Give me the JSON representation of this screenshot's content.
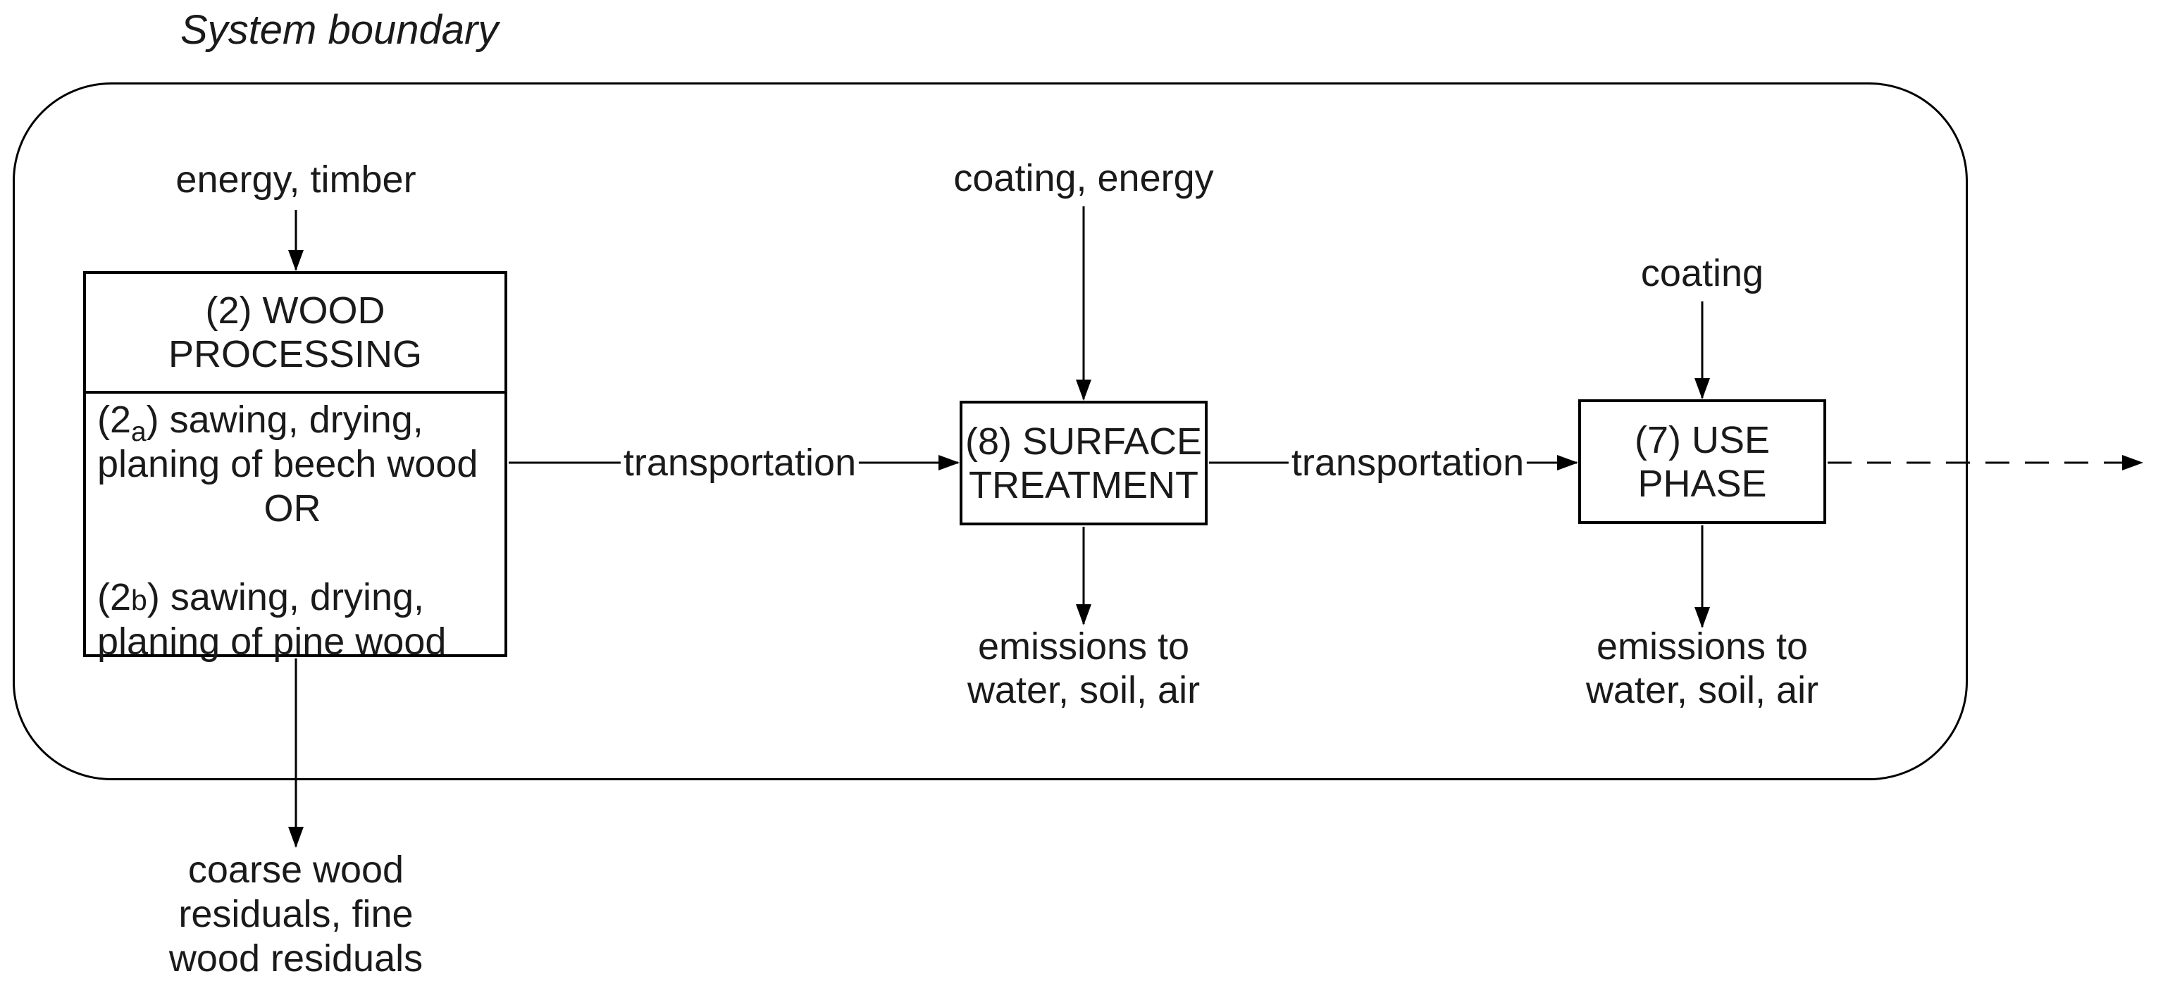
{
  "diagram": {
    "title": "System boundary",
    "colors": {
      "line": "#000000",
      "text": "#1a1a1a",
      "background": "#ffffff"
    },
    "boxes": {
      "wood_processing": {
        "title_line1": "(2) WOOD",
        "title_line2": "PROCESSING",
        "option_a_pre": "(2",
        "option_a_sub": "a",
        "option_a_post": ") sawing, drying,",
        "option_a_line2": "planing of beech wood",
        "or_label": "OR",
        "option_b_pre": "(2",
        "option_b_sub": "b",
        "option_b_post": ") sawing, drying,",
        "option_b_line2": "planing of pine wood"
      },
      "surface_treatment": {
        "title_line1": "(8) SURFACE",
        "title_line2": "TREATMENT"
      },
      "use_phase": {
        "title_line1": "(7) USE",
        "title_line2": "PHASE"
      }
    },
    "labels": {
      "energy_timber": "energy, timber",
      "coating_energy": "coating, energy",
      "coating": "coating",
      "transportation_1": "transportation",
      "transportation_2": "transportation",
      "emissions_surface_line1": "emissions to",
      "emissions_surface_line2": "water, soil, air",
      "emissions_use_line1": "emissions to",
      "emissions_use_line2": "water, soil, air",
      "residuals_line1": "coarse wood",
      "residuals_line2": "residuals, fine",
      "residuals_line3": "wood residuals"
    }
  }
}
